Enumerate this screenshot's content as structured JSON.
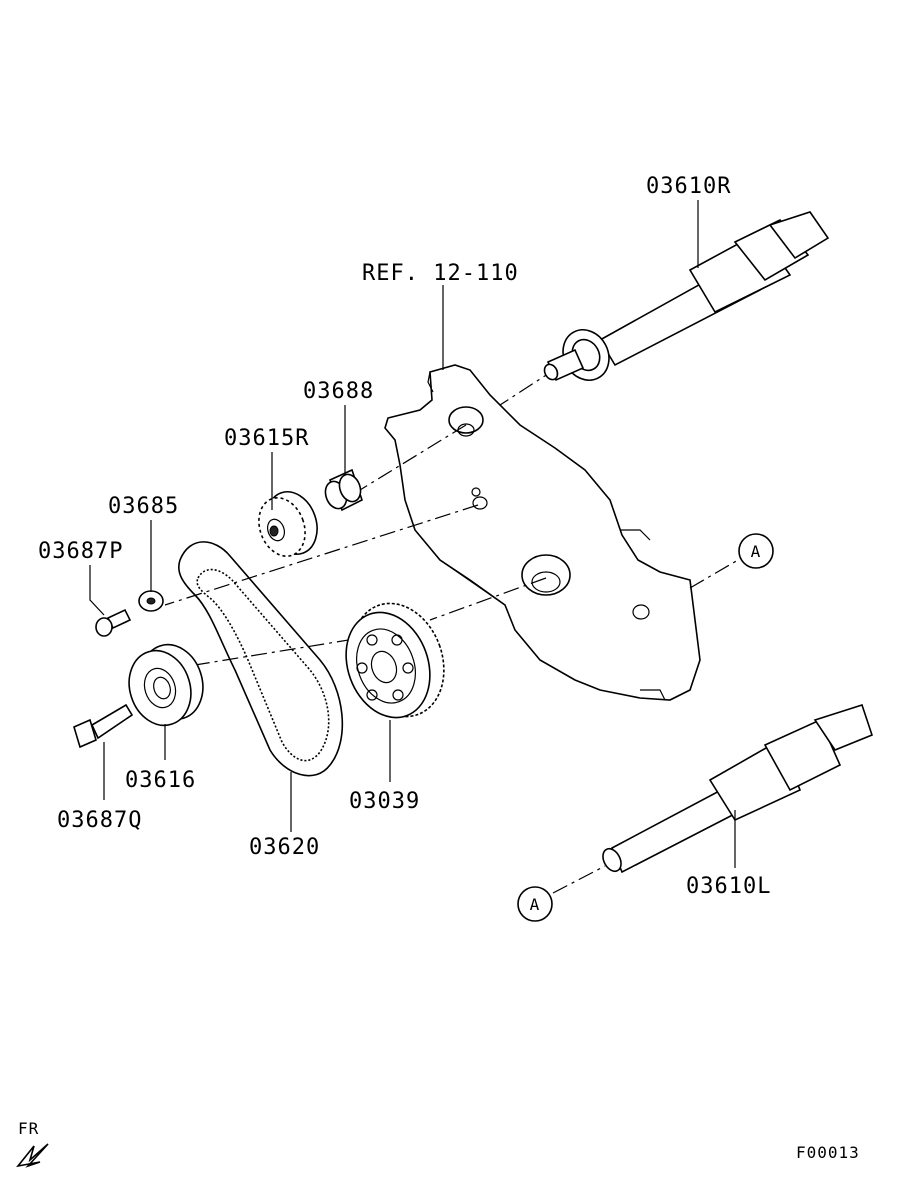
{
  "labels": {
    "shaft_r": "03610R",
    "ref": "REF. 12-110",
    "spacer": "03688",
    "gear_small": "03615R",
    "washer": "03685",
    "bolt_p": "03687P",
    "idler": "03616",
    "bolt_q": "03687Q",
    "belt": "03620",
    "gear_large": "03039",
    "shaft_l": "03610L",
    "callout_a_top": "A",
    "callout_a_bottom": "A",
    "front_mark": "FR",
    "figure_id": "F00013"
  }
}
